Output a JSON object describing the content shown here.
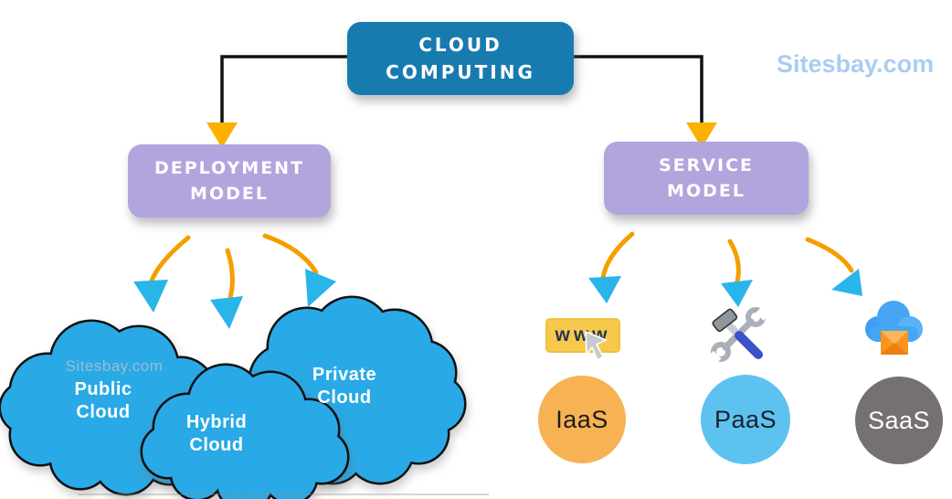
{
  "brand": {
    "watermark_top": "Sitesbay.com",
    "watermark_cloud": "Sitesbay.com"
  },
  "root": {
    "line1": "CLOUD",
    "line2": "COMPUTING"
  },
  "branches": {
    "deployment": {
      "line1": "DEPLOYMENT",
      "line2": "MODEL"
    },
    "service": {
      "line1": "SERVICE",
      "line2": "MODEL"
    }
  },
  "deployment_models": [
    {
      "line1": "Public",
      "line2": "Cloud"
    },
    {
      "line1": "Hybrid",
      "line2": "Cloud"
    },
    {
      "line1": "Private",
      "line2": "Cloud"
    }
  ],
  "service_models": [
    {
      "label": "IaaS",
      "icon": "www-browser-icon",
      "circle_color": "#f7b254",
      "text_color": "#1c1c1c"
    },
    {
      "label": "PaaS",
      "icon": "tools-icon",
      "circle_color": "#5ec2f0",
      "text_color": "#18222b"
    },
    {
      "label": "SaaS",
      "icon": "cloud-mail-icon",
      "circle_color": "#767171",
      "text_color": "#ffffff"
    }
  ],
  "icons": {
    "www_label": "www"
  },
  "colors": {
    "root_box": "#187bb0",
    "model_box": "#b2a4dd",
    "cloud_fill": "#29a9e6",
    "cloud_outline": "#111111",
    "connector": "#111111",
    "arrow_curve": "#f59e00",
    "arrowhead": "#29b5ea",
    "drop_triangle": "#fcb101",
    "watermark": "#a9cdf3"
  }
}
